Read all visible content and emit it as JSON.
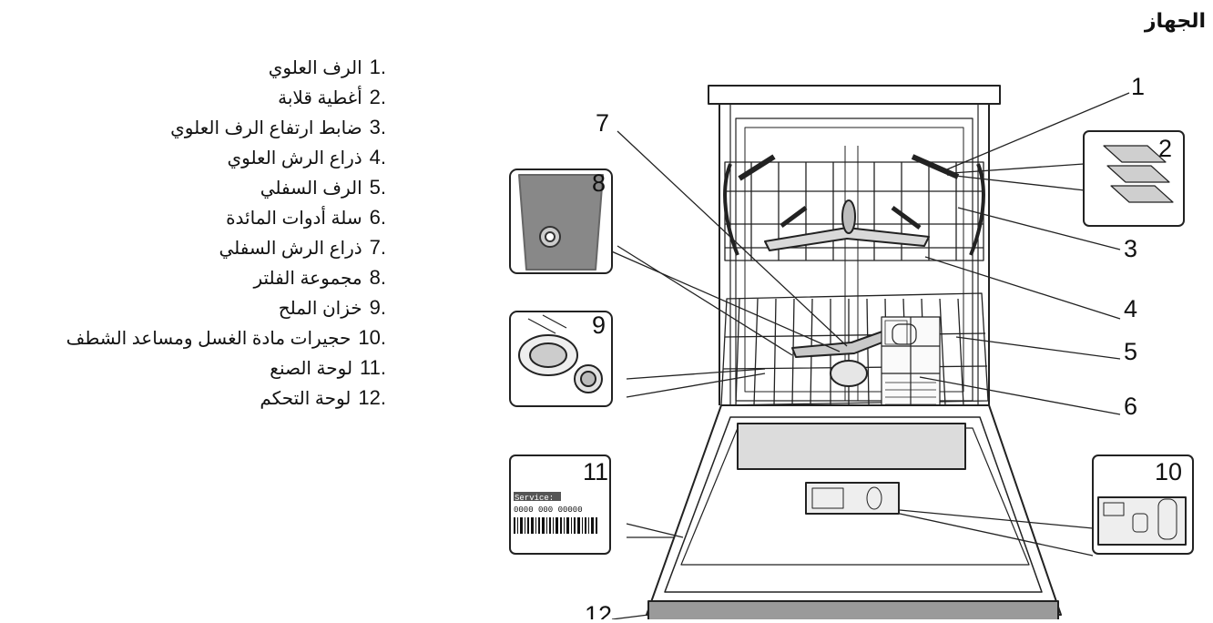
{
  "title": "الجهاز",
  "legend": [
    {
      "num": "1.",
      "label": "الرف العلوي"
    },
    {
      "num": "2.",
      "label": "أغطية قلابة"
    },
    {
      "num": "3.",
      "label": "ضابط ارتفاع الرف العلوي"
    },
    {
      "num": "4.",
      "label": "ذراع الرش العلوي"
    },
    {
      "num": "5.",
      "label": "الرف السفلي"
    },
    {
      "num": "6.",
      "label": "سلة أدوات المائدة"
    },
    {
      "num": "7.",
      "label": "ذراع الرش السفلي"
    },
    {
      "num": "8.",
      "label": "مجموعة الفلتر"
    },
    {
      "num": "9.",
      "label": "خزان الملح"
    },
    {
      "num": "10.",
      "label": "حجيرات مادة الغسل ومساعد الشطف"
    },
    {
      "num": "11.",
      "label": "لوحة الصنع"
    },
    {
      "num": "12.",
      "label": "لوحة التحكم"
    }
  ],
  "callouts": [
    "1",
    "2",
    "3",
    "4",
    "5",
    "6",
    "7",
    "8",
    "9",
    "10",
    "11",
    "12"
  ],
  "rating_plate": {
    "service_label": "Service:",
    "service_number": "0000 000 00000"
  },
  "colors": {
    "line": "#222222",
    "panel_gray": "#9a9a9a",
    "plate_dark": "#555555",
    "filter_dark": "#888888"
  }
}
